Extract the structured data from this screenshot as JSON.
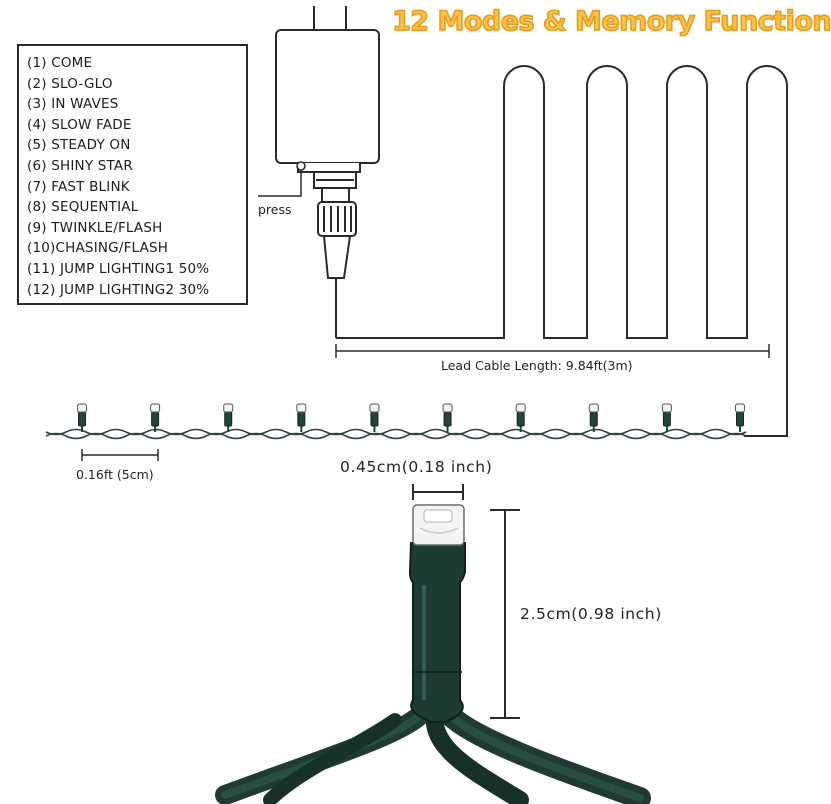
{
  "title": "12 Modes & Memory Function",
  "modes": [
    "(1) COME",
    "(2) SLO-GLO",
    "(3) IN WAVES",
    "(4) SLOW FADE",
    "(5) STEADY ON",
    "(6) SHINY STAR",
    "(7) FAST BLINK",
    "(8) SEQUENTIAL",
    "(9) TWINKLE/FLASH",
    "(10)CHASING/FLASH",
    "(11) JUMP LIGHTING1 50%",
    "(12) JUMP LIGHTING2 30%"
  ],
  "labels": {
    "press": "press",
    "lead_cable": "Lead Cable Length: 9.84ft(3m)",
    "bulb_spacing": "0.16ft (5cm)",
    "bulb_diameter": "0.45cm(0.18 inch)",
    "bulb_length": "2.5cm(0.98 inch)"
  },
  "colors": {
    "title_fill": "#f6c34a",
    "title_stroke": "#e79a1b",
    "wire": "#1f3d36",
    "line_art": "#2a2a2a"
  },
  "bulb_count": 10
}
